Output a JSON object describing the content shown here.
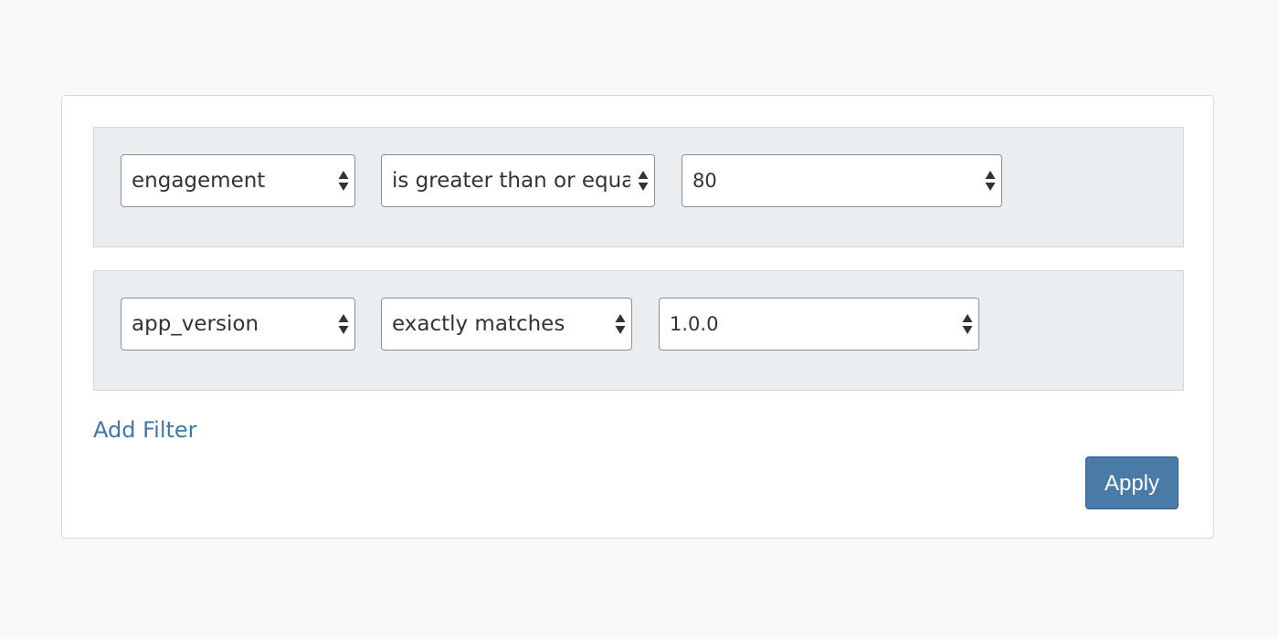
{
  "filters": [
    {
      "field": "engagement",
      "operator": "is greater than or equal to",
      "value": "80"
    },
    {
      "field": "app_version",
      "operator": "exactly matches",
      "value": "1.0.0"
    }
  ],
  "actions": {
    "add_filter_label": "Add Filter",
    "apply_label": "Apply"
  },
  "colors": {
    "accent": "#4a7aa6",
    "link": "#3f78a8",
    "row_background": "#eaeef1"
  },
  "icons": {
    "select_caret": "up-down-caret-icon"
  }
}
